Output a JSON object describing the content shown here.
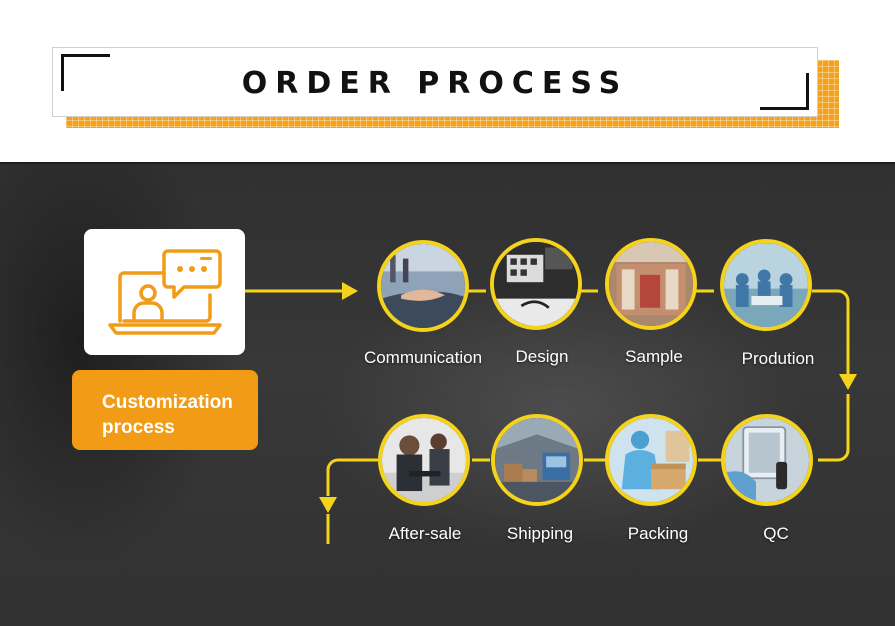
{
  "header": {
    "title": "ORDER PROCESS"
  },
  "intro": {
    "icon": "laptop-chat-icon",
    "label_line1": "Customization",
    "label_line2": "process"
  },
  "colors": {
    "accent_orange": "#f29b16",
    "flow_yellow": "#f5d31b",
    "panel_dark": "#3f3f3f"
  },
  "steps_top": [
    {
      "label": "Communication",
      "icon": "handshake-photo"
    },
    {
      "label": "Design",
      "icon": "design-desk-photo"
    },
    {
      "label": "Sample",
      "icon": "sample-mold-photo"
    },
    {
      "label": "Prodution",
      "icon": "factory-workers-photo"
    }
  ],
  "steps_bottom": [
    {
      "label": "After-sale",
      "icon": "call-center-photo"
    },
    {
      "label": "Shipping",
      "icon": "warehouse-truck-photo"
    },
    {
      "label": "Packing",
      "icon": "packing-worker-photo"
    },
    {
      "label": "QC",
      "icon": "inspection-photo"
    }
  ]
}
